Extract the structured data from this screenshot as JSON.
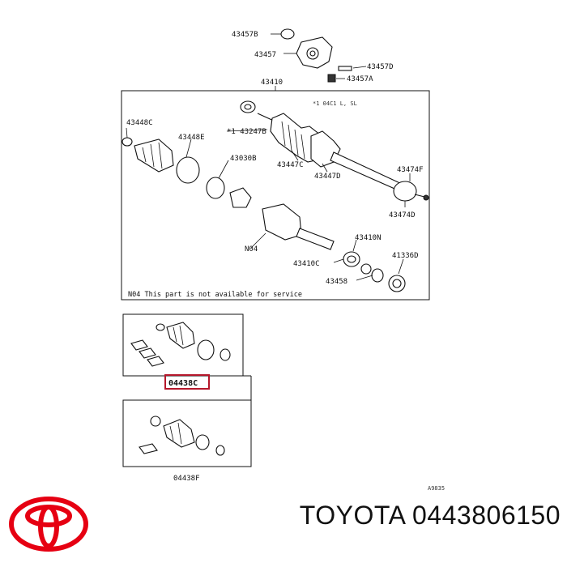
{
  "diagram": {
    "labels": {
      "l43457b": "43457B",
      "l43457": "43457",
      "l43457d": "43457D",
      "l43457a": "43457A",
      "l43410": "43410",
      "l43448c": "43448C",
      "l43448e": "43448E",
      "l43247b": "*1 43247B",
      "l43030b": "43030B",
      "l43447c": "43447C",
      "l43447d": "43447D",
      "l43474f": "43474F",
      "l43474d": "43474D",
      "l43410n": "43410N",
      "l43410c": "43410C",
      "l41336d": "41336D",
      "l43458": "43458",
      "lN04": "N04",
      "lK01": "*1 04C1 L, SL",
      "l04438c": "04438C",
      "l04438f": "04438F",
      "lref": "A9835"
    },
    "note": "N04 This part is not available for service"
  },
  "brand": {
    "logo_icon": "toyota-logo-icon",
    "accent_color": "#e60012"
  },
  "caption": {
    "text": "TOYOTA 0443806150"
  }
}
